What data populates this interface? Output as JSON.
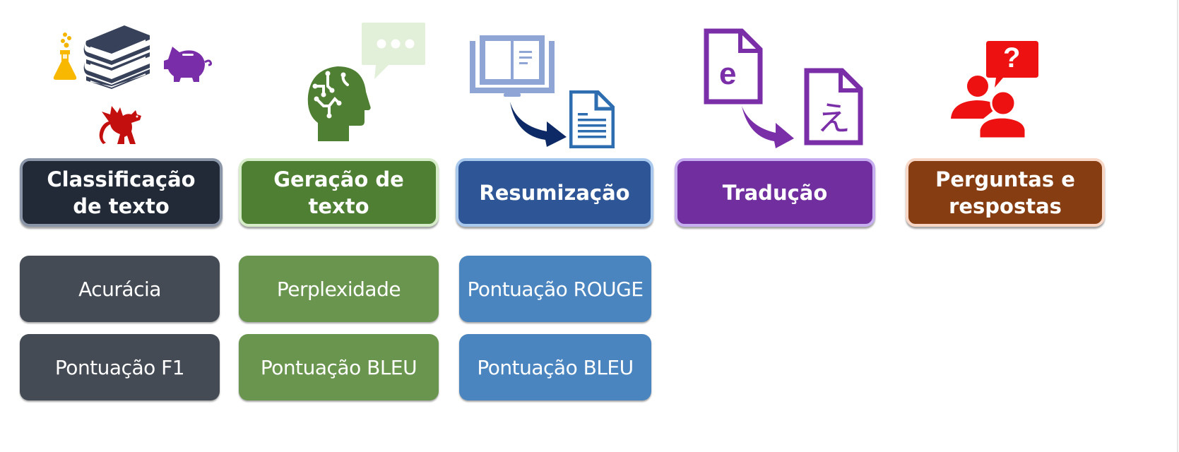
{
  "colors": {
    "classification": "#222a38",
    "classification_border": "#8a96a8",
    "classification_metric": "#444b55",
    "generation": "#4f7f32",
    "generation_border": "#d7edc9",
    "generation_metric": "#6a954e",
    "summarization": "#2e5696",
    "summarization_border": "#a9c8ee",
    "summarization_metric": "#4a85c0",
    "translation": "#702e9e",
    "translation_border": "#c6aef0",
    "qa": "#863d12",
    "qa_border": "#f7d6c6"
  },
  "tasks": [
    {
      "title": "Classificação de texto",
      "icons": [
        "flask-icon",
        "books-icon",
        "piggy-bank-icon",
        "dragon-icon"
      ],
      "metrics": [
        "Acurácia",
        "Pontuação F1"
      ]
    },
    {
      "title": "Geração de texto",
      "icons": [
        "ai-head-icon",
        "speech-bubble-icon"
      ],
      "metrics": [
        "Perplexidade",
        "Pontuação BLEU"
      ]
    },
    {
      "title": "Resumização",
      "icons": [
        "open-book-icon",
        "arrow-icon",
        "document-icon"
      ],
      "metrics": [
        "Pontuação ROUGE",
        "Pontuação BLEU"
      ]
    },
    {
      "title": "Tradução",
      "icons": [
        "source-doc-icon",
        "arrow-icon",
        "target-doc-icon"
      ],
      "source_glyph": "e",
      "target_glyph": "え",
      "metrics": []
    },
    {
      "title": "Perguntas e respostas",
      "icons": [
        "people-icon",
        "question-bubble-icon"
      ],
      "question_glyph": "?",
      "metrics": []
    }
  ]
}
